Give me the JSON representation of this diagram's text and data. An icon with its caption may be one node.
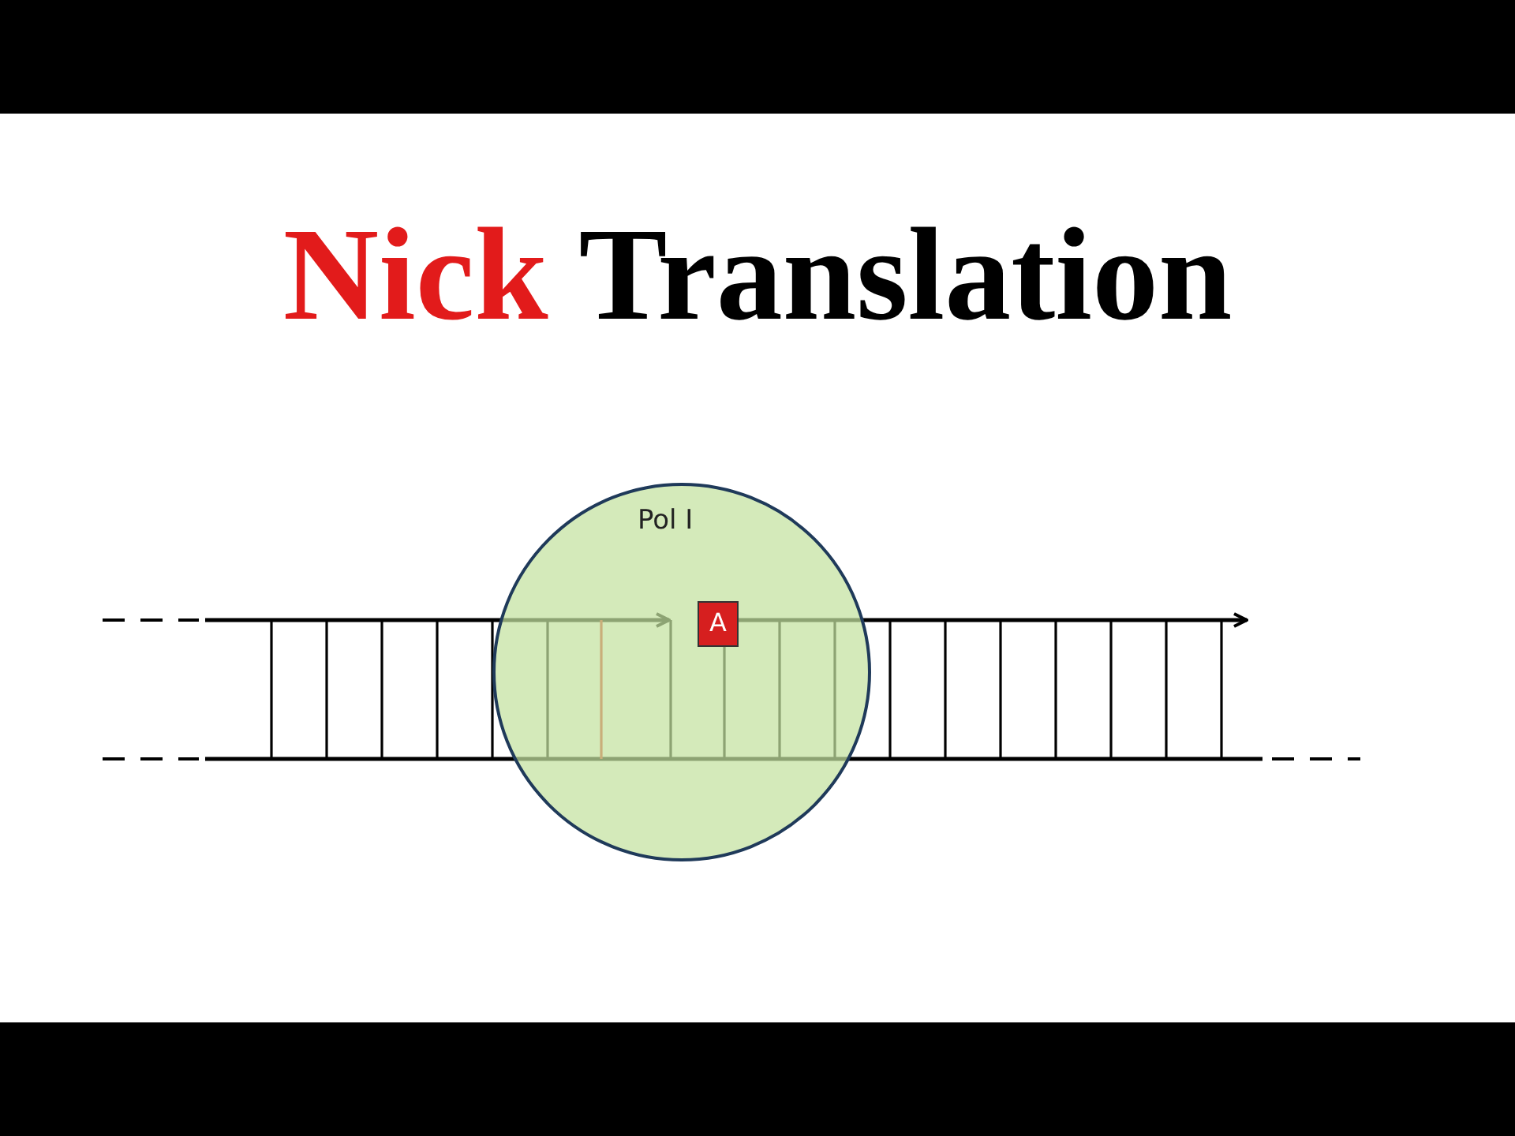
{
  "diagram": {
    "title": "Nick Translation",
    "nodes": [
      {
        "text": [
          "Pol I"
        ]
      },
      {
        "text": [
          "A"
        ],
        "in": 0
      }
    ]
  }
}
